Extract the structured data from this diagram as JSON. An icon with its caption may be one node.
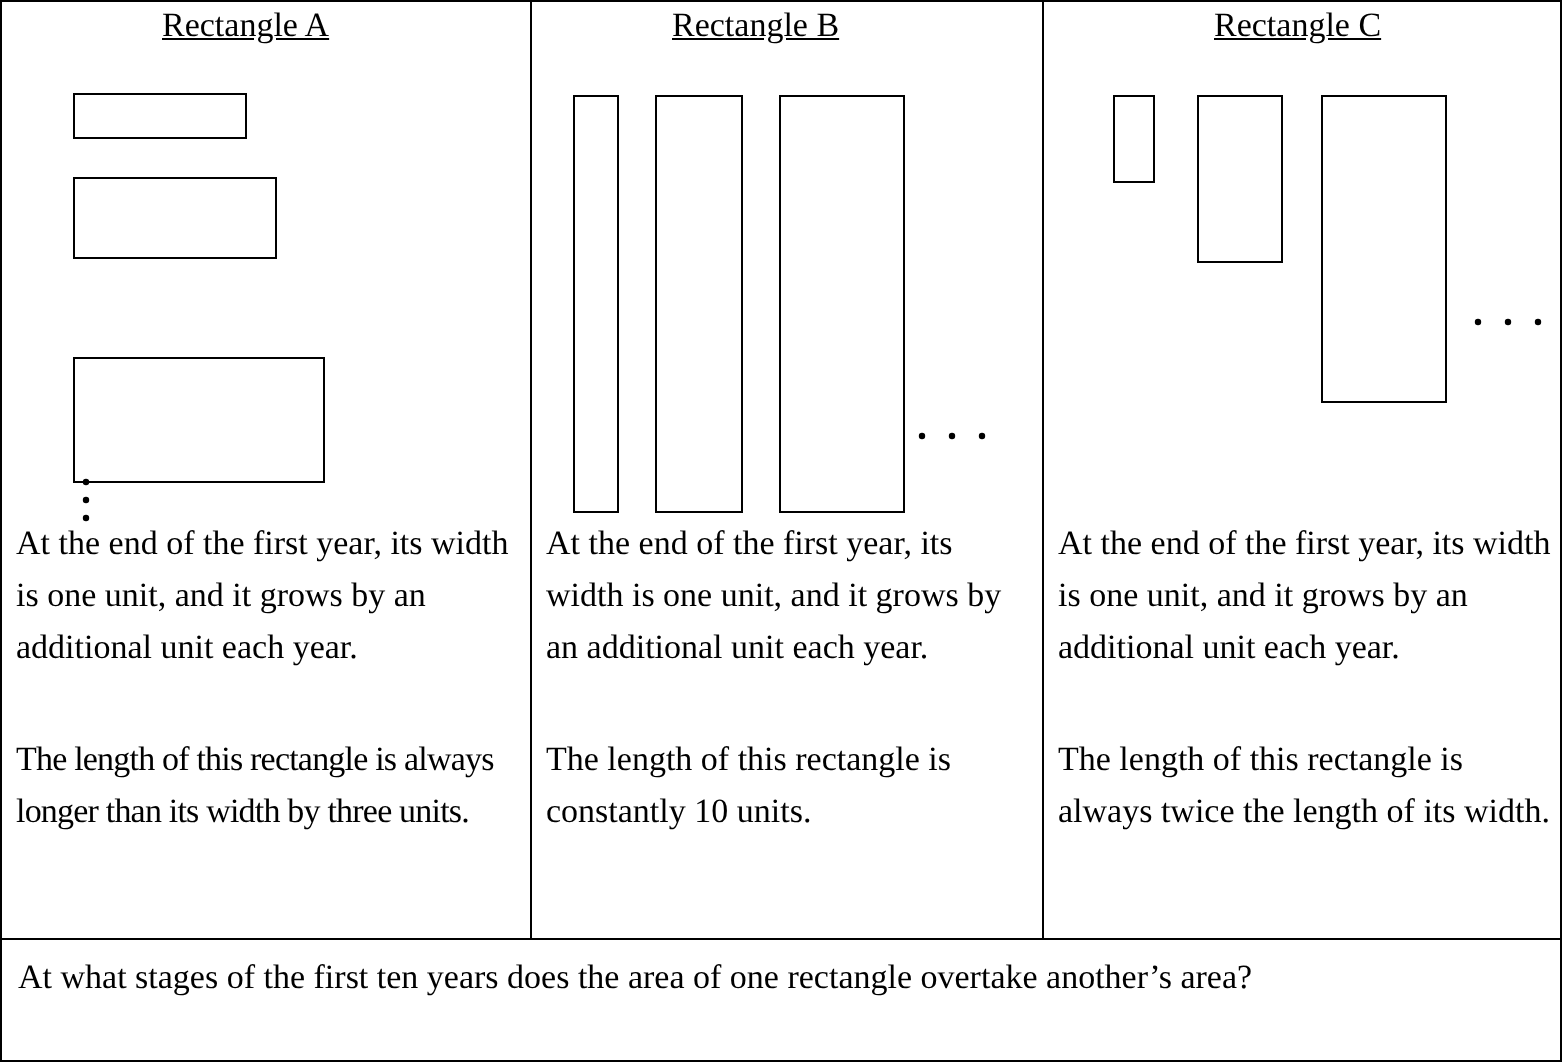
{
  "diagram": {
    "labels": [
      "Rectangle A",
      "Rectangle B",
      "Rectangle C",
      "At the end of the first year, its width is one unit, and it grows by an additional unit each year.",
      "At the end of the first year, its width is one unit, and it grows by an additional unit each year.",
      "At the end of the first year, its width is one unit, and it grows by an additional unit each year.",
      "The length of this rectangle is always longer than its width by three units.",
      "The length of this rectangle is constantly 10 units.",
      "The length of this rectangle is always twice the length of its width.",
      "At what stages of the first ten years does the area of one rectangle overtake another’s area?"
    ]
  }
}
